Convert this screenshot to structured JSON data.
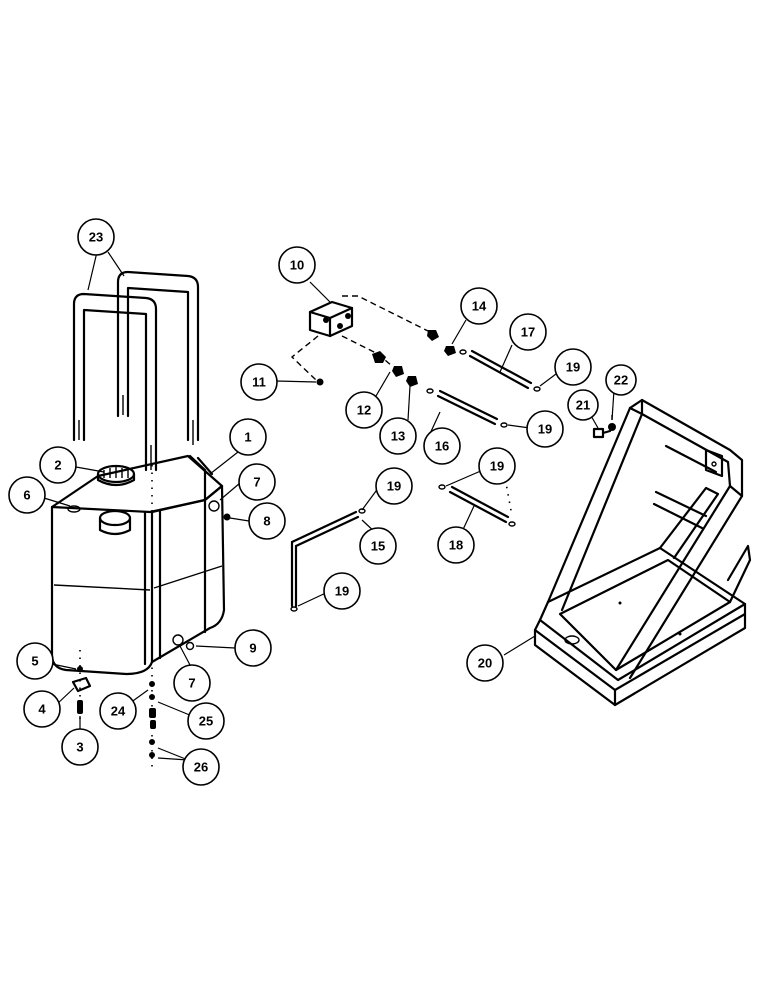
{
  "callouts": [
    {
      "id": "c1",
      "label": "1"
    },
    {
      "id": "c2",
      "label": "2"
    },
    {
      "id": "c3",
      "label": "3"
    },
    {
      "id": "c4",
      "label": "4"
    },
    {
      "id": "c5",
      "label": "5"
    },
    {
      "id": "c6",
      "label": "6"
    },
    {
      "id": "c7a",
      "label": "7"
    },
    {
      "id": "c7b",
      "label": "7"
    },
    {
      "id": "c8",
      "label": "8"
    },
    {
      "id": "c9",
      "label": "9"
    },
    {
      "id": "c10",
      "label": "10"
    },
    {
      "id": "c11",
      "label": "11"
    },
    {
      "id": "c12",
      "label": "12"
    },
    {
      "id": "c13",
      "label": "13"
    },
    {
      "id": "c14",
      "label": "14"
    },
    {
      "id": "c15",
      "label": "15"
    },
    {
      "id": "c16",
      "label": "16"
    },
    {
      "id": "c17",
      "label": "17"
    },
    {
      "id": "c18",
      "label": "18"
    },
    {
      "id": "c19a",
      "label": "19"
    },
    {
      "id": "c19b",
      "label": "19"
    },
    {
      "id": "c19c",
      "label": "19"
    },
    {
      "id": "c19d",
      "label": "19"
    },
    {
      "id": "c19e",
      "label": "19"
    },
    {
      "id": "c20",
      "label": "20"
    },
    {
      "id": "c21",
      "label": "21"
    },
    {
      "id": "c22",
      "label": "22"
    },
    {
      "id": "c23",
      "label": "23"
    },
    {
      "id": "c24",
      "label": "24"
    },
    {
      "id": "c25",
      "label": "25"
    },
    {
      "id": "c26",
      "label": "26"
    }
  ]
}
